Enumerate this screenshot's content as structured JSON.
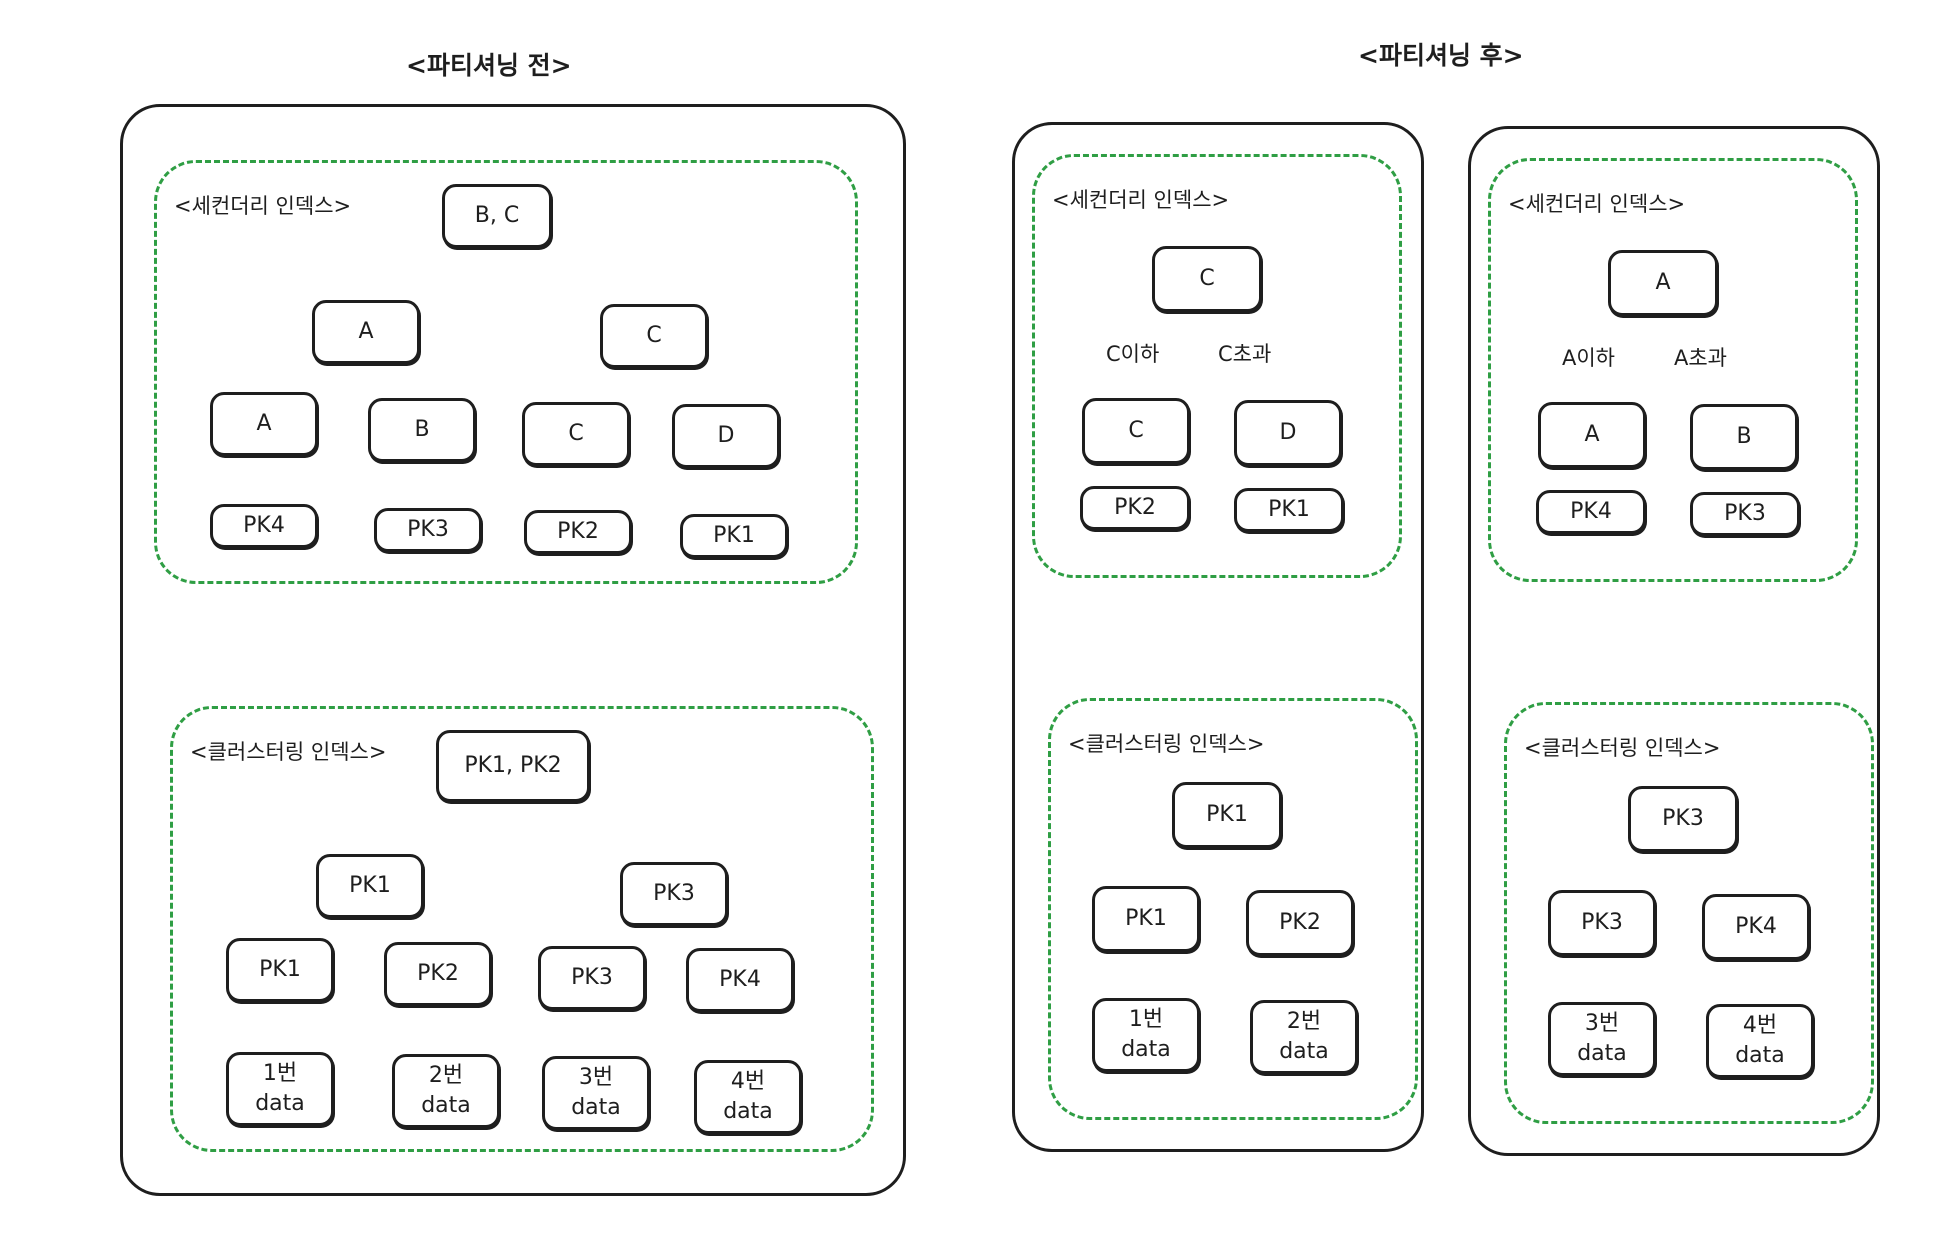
{
  "titles": {
    "before": "<파티셔닝 전>",
    "after": "<파티셔닝 후>"
  },
  "before": {
    "secondary": {
      "label": "<세컨더리 인덱스>",
      "root": "B, C",
      "mid": [
        "A",
        "C"
      ],
      "leaves": [
        "A",
        "B",
        "C",
        "D"
      ],
      "pks": [
        "PK4",
        "PK3",
        "PK2",
        "PK1"
      ]
    },
    "clustering": {
      "label": "<클러스터링 인덱스>",
      "root": "PK1, PK2",
      "mid": [
        "PK1",
        "PK3"
      ],
      "leaves": [
        "PK1",
        "PK2",
        "PK3",
        "PK4"
      ],
      "data": [
        "1번\ndata",
        "2번\ndata",
        "3번\ndata",
        "4번\ndata"
      ]
    }
  },
  "after": [
    {
      "secondary": {
        "label": "<세컨더리 인덱스>",
        "root": "C",
        "edge_labels": [
          "C이하",
          "C초과"
        ],
        "leaves": [
          "C",
          "D"
        ],
        "pks": [
          "PK2",
          "PK1"
        ]
      },
      "clustering": {
        "label": "<클러스터링 인덱스>",
        "root": "PK1",
        "leaves": [
          "PK1",
          "PK2"
        ],
        "data": [
          "1번\ndata",
          "2번\ndata"
        ]
      }
    },
    {
      "secondary": {
        "label": "<세컨더리 인덱스>",
        "root": "A",
        "edge_labels": [
          "A이하",
          "A초과"
        ],
        "leaves": [
          "A",
          "B"
        ],
        "pks": [
          "PK4",
          "PK3"
        ]
      },
      "clustering": {
        "label": "<클러스터링 인덱스>",
        "root": "PK3",
        "leaves": [
          "PK3",
          "PK4"
        ],
        "data": [
          "3번\ndata",
          "4번\ndata"
        ]
      }
    }
  ],
  "colors": {
    "stroke": "#1e1e1e",
    "zone": "#2f9e44",
    "flow_arrow": "#2f9e44"
  }
}
